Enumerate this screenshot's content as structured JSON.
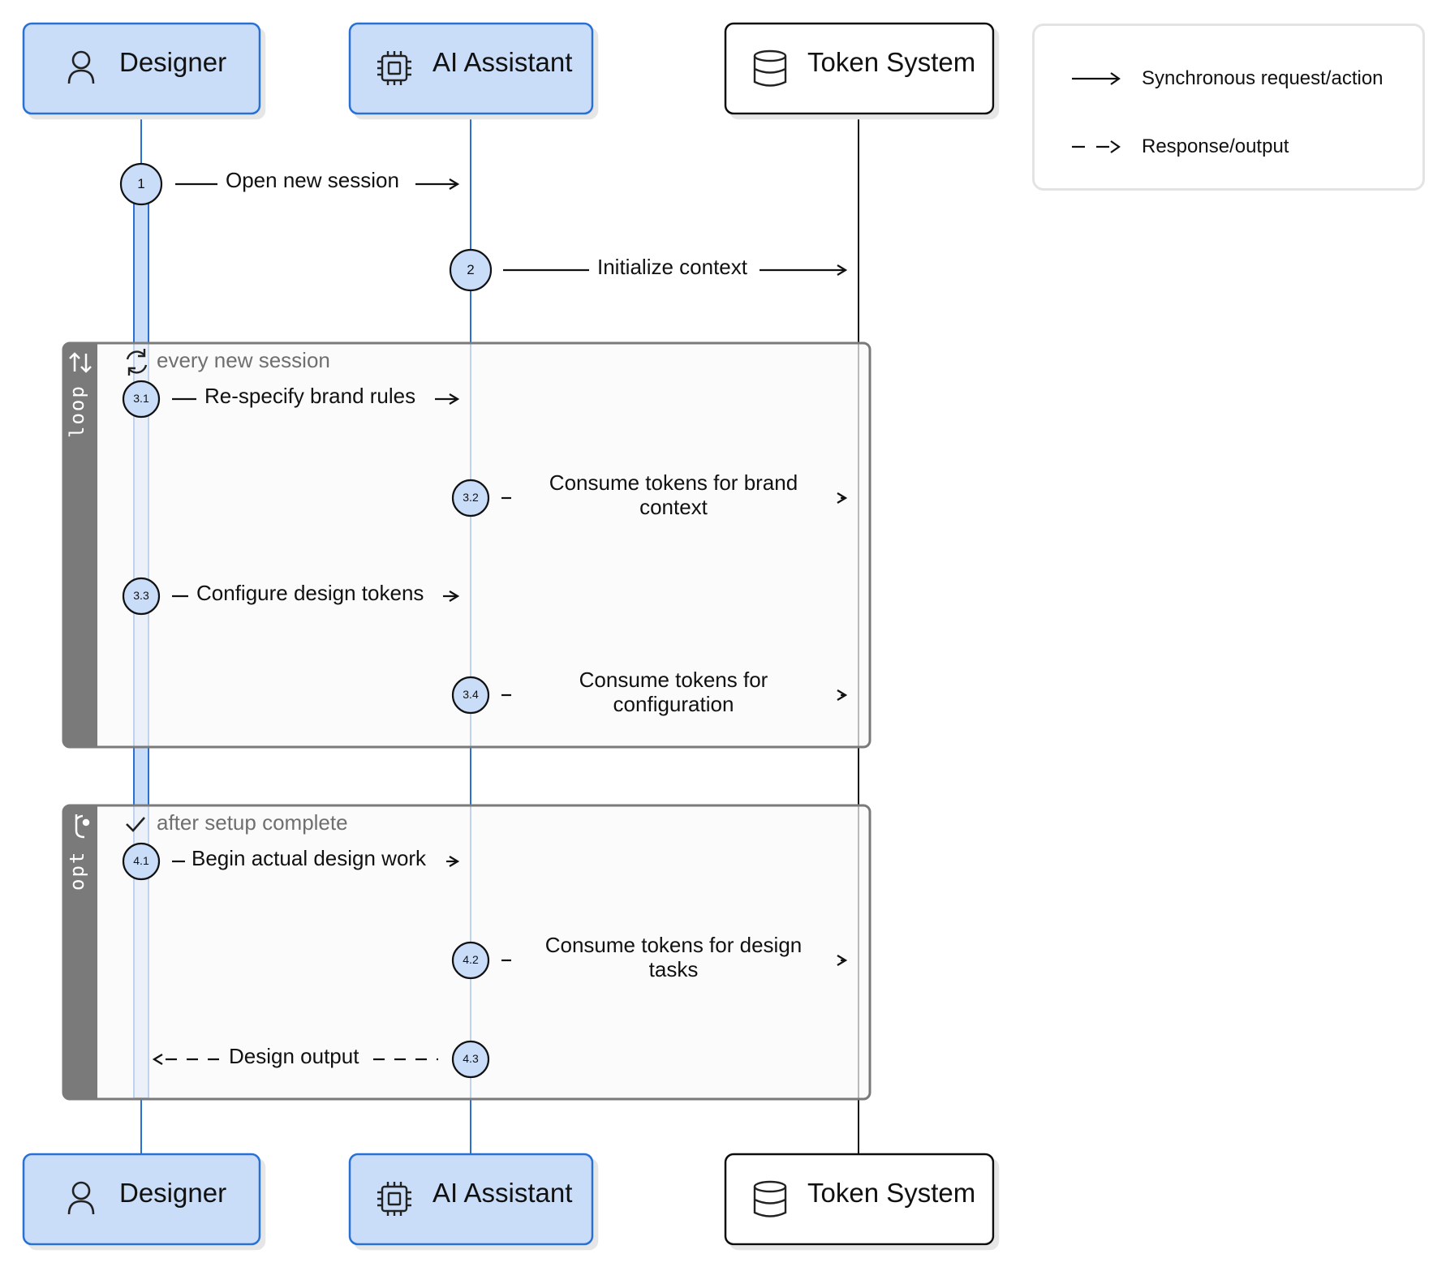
{
  "participants": [
    {
      "id": "designer",
      "label": "Designer",
      "icon": "user-icon",
      "fill": "#c9dcf8",
      "stroke": "#2b6fd1"
    },
    {
      "id": "ai",
      "label": "AI Assistant",
      "icon": "cpu-chip-icon",
      "fill": "#c9dcf8",
      "stroke": "#2b6fd1"
    },
    {
      "id": "tokens",
      "label": "Token System",
      "icon": "database-icon",
      "fill": "#ffffff",
      "stroke": "#111111"
    }
  ],
  "legend": {
    "sync_label": "Synchronous request/action",
    "response_label": "Response/output"
  },
  "steps": {
    "s1": {
      "num": "1",
      "label": "Open new session"
    },
    "s2": {
      "num": "2",
      "label": "Initialize context"
    },
    "s3_1": {
      "num": "3.1",
      "label": "Re-specify brand rules"
    },
    "s3_2": {
      "num": "3.2",
      "label_line1": "Consume tokens for brand",
      "label_line2": "context"
    },
    "s3_3": {
      "num": "3.3",
      "label": "Configure design tokens"
    },
    "s3_4": {
      "num": "3.4",
      "label_line1": "Consume tokens for",
      "label_line2": "configuration"
    },
    "s4_1": {
      "num": "4.1",
      "label": "Begin actual design work"
    },
    "s4_2": {
      "num": "4.2",
      "label_line1": "Consume tokens for design",
      "label_line2": "tasks"
    },
    "s4_3": {
      "num": "4.3",
      "label": "Design output"
    }
  },
  "frames": {
    "loop": {
      "keyword": "loop",
      "condition": "every new session",
      "icon": "repeat-icon"
    },
    "opt": {
      "keyword": "opt",
      "condition": "after setup complete",
      "icon": "check-icon"
    }
  },
  "colors": {
    "accent": "#2b6fd1",
    "accent_fill": "#c9dcf8",
    "frame_bar": "#7a7a7a",
    "frame_bg": "#fafafa"
  }
}
